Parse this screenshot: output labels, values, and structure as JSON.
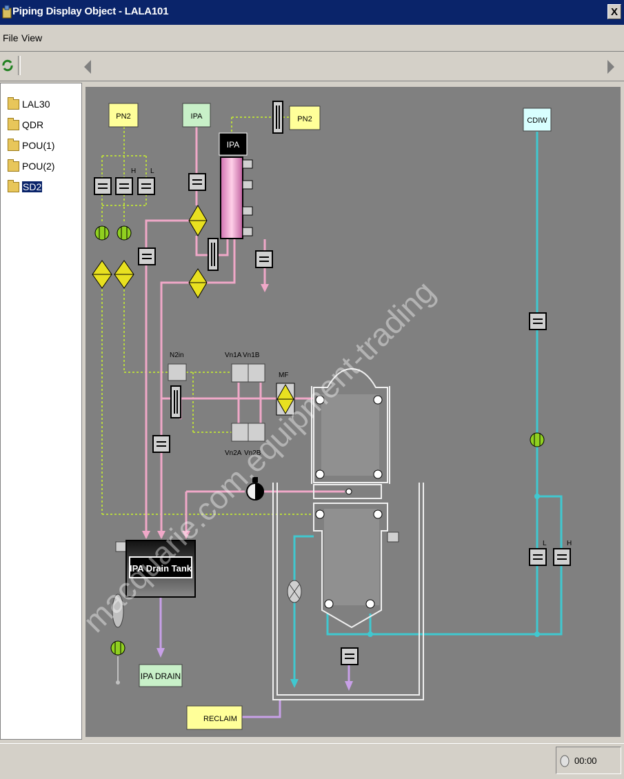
{
  "window": {
    "title": "Piping Display Object - LALA101",
    "close_label": "X"
  },
  "menu": {
    "items": [
      "File",
      "View"
    ]
  },
  "tree": {
    "items": [
      "LAL30",
      "QDR",
      "POU(1)",
      "POU(2)",
      "SD2"
    ],
    "selected": "SD2"
  },
  "diagram": {
    "labels": {
      "pn2_left": "PN2",
      "ipa_top": "IPA",
      "pn2_right": "PN2",
      "ipa_tank": "IPA",
      "cdiw": "CDIW",
      "h_left": "H",
      "l_left": "L",
      "n2in": "N2in",
      "vn1a": "Vn1A",
      "vn1b": "Vn1B",
      "vn2a": "Vn2A",
      "vn2b": "Vn2B",
      "mf": "MF",
      "ipa_drain_tank": "IPA Drain Tank",
      "ipa_drain": "IPA DRAIN",
      "reclaim": "RECLAIM",
      "l_right": "L",
      "h_right": "H"
    },
    "watermark": "macquarie.com.equipment-trading",
    "colors": {
      "pn2": "#b8d840",
      "ipa": "#f0a8c8",
      "cdiw": "#40c8d0",
      "drain": "#c8a0e8",
      "bg": "#808080",
      "tag_yellow": "#ffff99",
      "tag_green": "#c8f0c8"
    }
  },
  "status": {
    "time": "00:00"
  }
}
